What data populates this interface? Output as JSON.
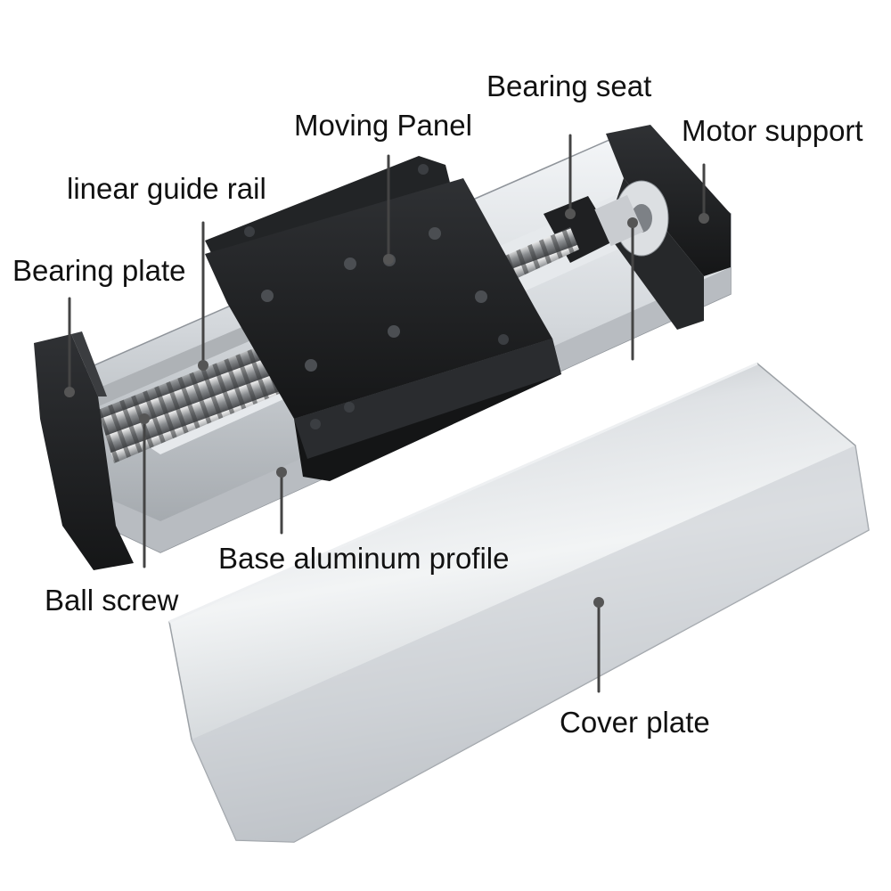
{
  "labels": {
    "bearing_seat": "Bearing seat",
    "moving_panel": "Moving Panel",
    "motor_support": "Motor support",
    "linear_guide_rail": "linear guide rail",
    "bearing_plate": "Bearing plate",
    "base_aluminum_profile": "Base aluminum profile",
    "ball_screw": "Ball screw",
    "cover_plate": "Cover plate"
  },
  "colors": {
    "leader": "#444444",
    "aluminum": "#d9dde1",
    "black_anodized": "#1c1d1f",
    "text": "#111111"
  }
}
